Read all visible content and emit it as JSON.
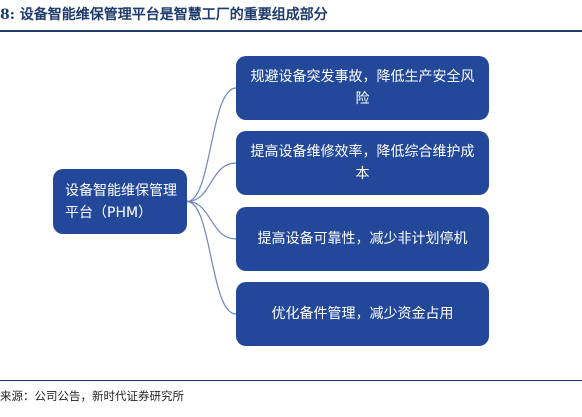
{
  "figure": {
    "title": "8:  设备智能维保管理平台是智慧工厂的重要组成部分",
    "source": "来源：公司公告，新时代证券研究所"
  },
  "diagram": {
    "hub": "设备智能维保管理平台（PHM）",
    "items": [
      "规避设备突发事故，降低生产安全风险",
      "提高设备维修效率，降低综合维护成本",
      "提高设备可靠性，减少非计划停机",
      "优化备件管理，减少资金占用"
    ]
  },
  "colors": {
    "box_fill": "#23489a",
    "box_text": "#ffffff",
    "connector": "#6f86c2",
    "title_text": "#1f3b6b"
  }
}
